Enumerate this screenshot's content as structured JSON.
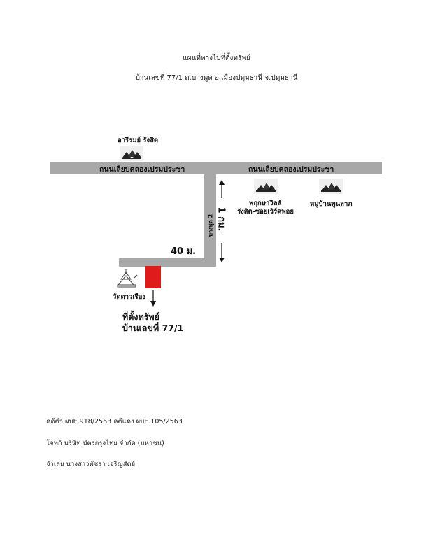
{
  "header": {
    "title": "แผนที่ทางไปที่ตั้งทรัพย์",
    "address": "บ้านเลขที่ 77/1 ต.บางพูด อ.เมืองปทุมธานี จ.ปทุมธานี"
  },
  "map": {
    "main_road_left": "ถนนเลียบคลองเปรมประชา",
    "main_road_right": "ถนนเลียบคลองเปรมประชา",
    "side_road": "บางพูด 2",
    "distance_side": "1 กม.",
    "distance_bottom": "40 ม.",
    "landmarks": {
      "top_left": "อารีรมย์ รังสิต",
      "right_1_line1": "พฤกษาวิลล์",
      "right_1_line2": "รังสิต-ซอยเวิร์คพอย",
      "right_2": "หมู่บ้านพูนลาภ",
      "temple": "วัดดาวเรือง"
    },
    "property_line1": "ที่ตั้งทรัพย์",
    "property_line2": "บ้านเลขที่ 77/1",
    "colors": {
      "road": "#a8a8a8",
      "property": "#e01b1b"
    }
  },
  "footer": {
    "case_line": "คดีดำ ผบE.918/2563 คดีแดง ผบE.105/2563",
    "plaintiff_line": "โจทก์ บริษัท บัตรกรุงไทย จำกัด (มหาชน)",
    "defendant_line": "จำเลย  นางสาวพัชรา เจริญสัตย์"
  }
}
